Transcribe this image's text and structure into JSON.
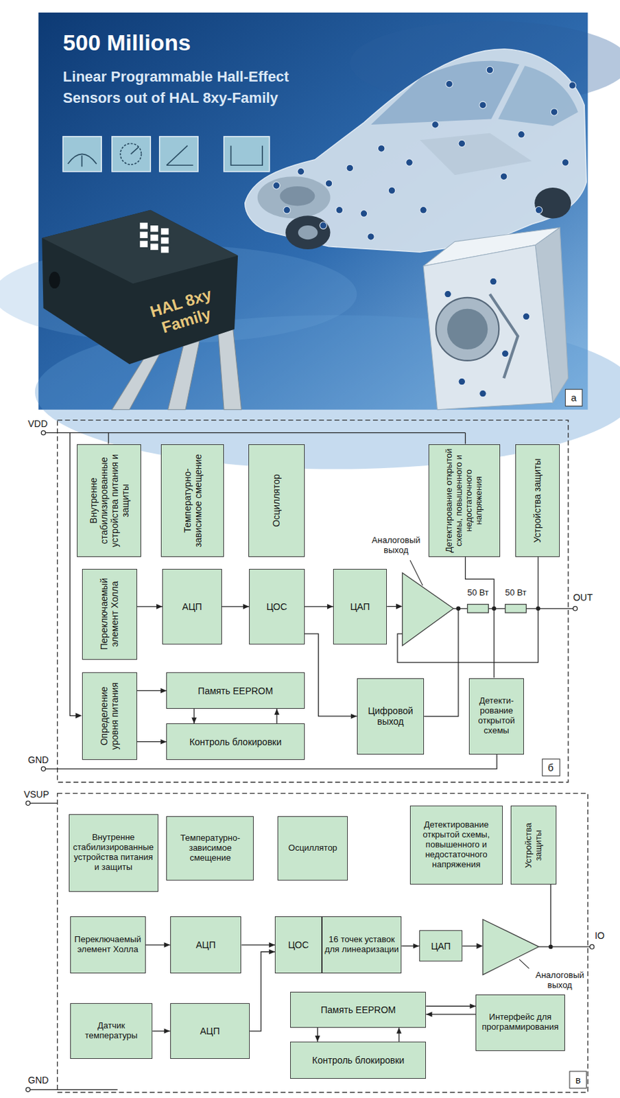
{
  "diagram": {
    "nodes": [
      {
        "text": [
          "Внутренне стабилизированные устройства питания и защиты"
        ]
      },
      {
        "text": [
          "Температурно-зависимое смещение"
        ]
      },
      {
        "text": [
          "Осциллятор"
        ]
      },
      {
        "text": [
          "Детектирование открытой схемы, повышенного и недостаточного напряжения"
        ]
      },
      {
        "text": [
          "Устройства защиты"
        ]
      },
      {
        "text": [
          "Переключаемый элемент Холла"
        ]
      },
      {
        "text": [
          "АЦП"
        ]
      },
      {
        "text": [
          "ЦОС"
        ]
      },
      {
        "text": [
          "ЦАП"
        ]
      },
      {
        "text": [
          "Определение уровня питания"
        ]
      },
      {
        "text": [
          "Память EEPROM"
        ]
      },
      {
        "text": [
          "Контроль блокировки"
        ]
      },
      {
        "text": [
          "Цифровой выход"
        ]
      },
      {
        "text": [
          "Детекти-рование открытой схемы"
        ]
      },
      {
        "text": [
          "Внутренне стабилизированные устройства питания и защиты"
        ]
      },
      {
        "text": [
          "Температурно-зависимое смещение"
        ]
      },
      {
        "text": [
          "Осциллятор"
        ]
      },
      {
        "text": [
          "Детектирование открытой схемы, повышенного и недостаточного напряжения"
        ]
      },
      {
        "text": [
          "Устройства защиты"
        ]
      },
      {
        "text": [
          "Переключаемый элемент Холла"
        ]
      },
      {
        "text": [
          "АЦП"
        ]
      },
      {
        "text": [
          "ЦОС"
        ]
      },
      {
        "text": [
          "16 точек уставок для линеаризации"
        ]
      },
      {
        "text": [
          "ЦАП"
        ]
      },
      {
        "text": [
          "Датчик температуры"
        ]
      },
      {
        "text": [
          "АЦП"
        ]
      },
      {
        "text": [
          "Память EEPROM"
        ]
      },
      {
        "text": [
          "Интерфейс для программирования"
        ]
      },
      {
        "text": [
          "Контроль блокировки"
        ]
      }
    ],
    "edges": [
      {
        "from": 5,
        "to": 6,
        "arrow": "to"
      },
      {
        "from": 6,
        "to": 7,
        "arrow": "to"
      },
      {
        "from": 7,
        "to": 8,
        "arrow": "to"
      },
      {
        "from": 7,
        "to": 12,
        "arrow": "to"
      },
      {
        "from": 9,
        "to": 10,
        "arrow": "to"
      },
      {
        "from": 9,
        "to": 11,
        "arrow": "to"
      },
      {
        "from": 10,
        "to": 11,
        "arrow": "to"
      },
      {
        "from": 11,
        "to": 10,
        "arrow": "to"
      },
      {
        "from": 19,
        "to": 20,
        "arrow": "to"
      },
      {
        "from": 20,
        "to": 21,
        "arrow": "to"
      },
      {
        "from": 22,
        "to": 23,
        "arrow": "to"
      },
      {
        "from": 24,
        "to": 25,
        "arrow": "to"
      },
      {
        "from": 25,
        "to": 21,
        "arrow": "to"
      },
      {
        "from": 26,
        "to": 28,
        "arrow": "to"
      },
      {
        "from": 28,
        "to": 26,
        "arrow": "to"
      },
      {
        "from": 26,
        "to": 27,
        "arrow": "to"
      },
      {
        "from": 27,
        "to": 26,
        "arrow": "to"
      }
    ],
    "labels": [
      "500 Millions",
      "Linear Programmable Hall-Effect",
      "Sensors out of HAL 8xy-Family",
      "HAL 8xy Family",
      "а",
      "VDD",
      "GND",
      "Аналоговый выход",
      "50 Вт",
      "50 Вт",
      "OUT",
      "б",
      "VSUP",
      "GND",
      "Аналоговый выход",
      "IO",
      "в"
    ]
  }
}
